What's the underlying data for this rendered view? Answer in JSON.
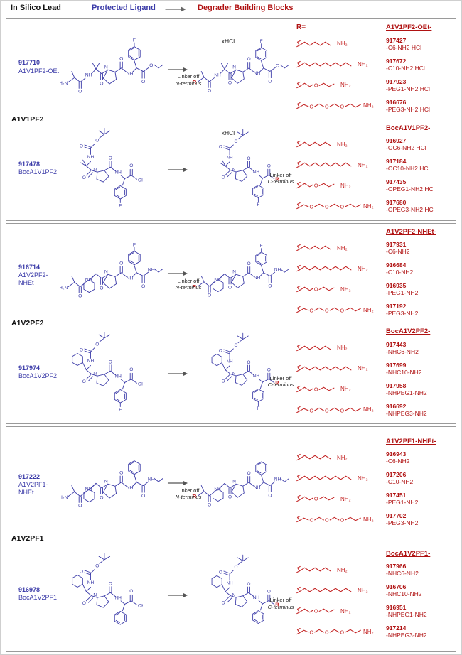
{
  "header": {
    "col1": "In Silico Lead",
    "col2": "Protected Ligand",
    "col3": "Degrader Building Blocks"
  },
  "labels": {
    "nh2": "NH₂"
  },
  "colors": {
    "ligand_blue": "#3b3ba8",
    "structure_red": "#c42525",
    "text_dark_red": "#b01212"
  },
  "panels": [
    {
      "name": "A1V1PF2",
      "rows": [
        {
          "compound_id": "917710",
          "compound_name": "A1V1PF2-OEt",
          "salt": "xHCl",
          "r_equals": "R=",
          "linker_note": [
            "Linker off",
            "N-terminus"
          ],
          "products_header": "A1V1PF2-OEt-",
          "products": [
            {
              "id": "917427",
              "suffix": "-C6-NH2 HCl"
            },
            {
              "id": "917672",
              "suffix": "-C10-NH2 HCl"
            },
            {
              "id": "917923",
              "suffix": "-PEG1-NH2 HCl"
            },
            {
              "id": "916676",
              "suffix": "-PEG3-NH2 HCl"
            }
          ]
        },
        {
          "compound_id": "917478",
          "compound_name": "BocA1V1PF2",
          "salt": "xHCl",
          "r_equals": "",
          "linker_note": [
            "Linker off",
            "C-terminus"
          ],
          "products_header": "BocA1V1PF2-",
          "products": [
            {
              "id": "916927",
              "suffix": "-OC6-NH2 HCl"
            },
            {
              "id": "917184",
              "suffix": "-OC10-NH2 HCl"
            },
            {
              "id": "917435",
              "suffix": "-OPEG1-NH2 HCl"
            },
            {
              "id": "917680",
              "suffix": "-OPEG3-NH2 HCl"
            }
          ]
        }
      ]
    },
    {
      "name": "A1V2PF2",
      "rows": [
        {
          "compound_id": "916714",
          "compound_name": "A1V2PF2-NHEt",
          "salt": "",
          "r_equals": "",
          "linker_note": [
            "Linker off",
            "N-terminus"
          ],
          "products_header": "A1V2PF2-NHEt-",
          "products": [
            {
              "id": "917931",
              "suffix": "-C6-NH2"
            },
            {
              "id": "916684",
              "suffix": "-C10-NH2"
            },
            {
              "id": "916935",
              "suffix": "-PEG1-NH2"
            },
            {
              "id": "917192",
              "suffix": "-PEG3-NH2"
            }
          ]
        },
        {
          "compound_id": "917974",
          "compound_name": "BocA1V2PF2",
          "salt": "",
          "r_equals": "",
          "linker_note": [
            "Linker off",
            "C-terminus"
          ],
          "products_header": "BocA1V2PF2-",
          "products": [
            {
              "id": "917443",
              "suffix": "-NHC6-NH2"
            },
            {
              "id": "917699",
              "suffix": "-NHC10-NH2"
            },
            {
              "id": "917958",
              "suffix": "-NHPEG1-NH2"
            },
            {
              "id": "916692",
              "suffix": "-NHPEG3-NH2"
            }
          ]
        }
      ]
    },
    {
      "name": "A1V2PF1",
      "rows": [
        {
          "compound_id": "917222",
          "compound_name": "A1V2PF1-NHEt",
          "salt": "",
          "r_equals": "",
          "linker_note": [
            "Linker off",
            "N-terminus"
          ],
          "products_header": "A1V2PF1-NHEt-",
          "products": [
            {
              "id": "916943",
              "suffix": "-C6-NH2"
            },
            {
              "id": "917206",
              "suffix": "-C10-NH2"
            },
            {
              "id": "917451",
              "suffix": "-PEG1-NH2"
            },
            {
              "id": "917702",
              "suffix": "-PEG3-NH2"
            }
          ]
        },
        {
          "compound_id": "916978",
          "compound_name": "BocA1V2PF1",
          "salt": "",
          "r_equals": "",
          "linker_note": [
            "Linker off",
            "C-terminus"
          ],
          "products_header": "BocA1V2PF1-",
          "products": [
            {
              "id": "917966",
              "suffix": "-NHC6-NH2"
            },
            {
              "id": "916706",
              "suffix": "-NHC10-NH2"
            },
            {
              "id": "916951",
              "suffix": "-NHPEG1-NH2"
            },
            {
              "id": "917214",
              "suffix": "-NHPEG3-NH2"
            }
          ]
        }
      ]
    }
  ]
}
